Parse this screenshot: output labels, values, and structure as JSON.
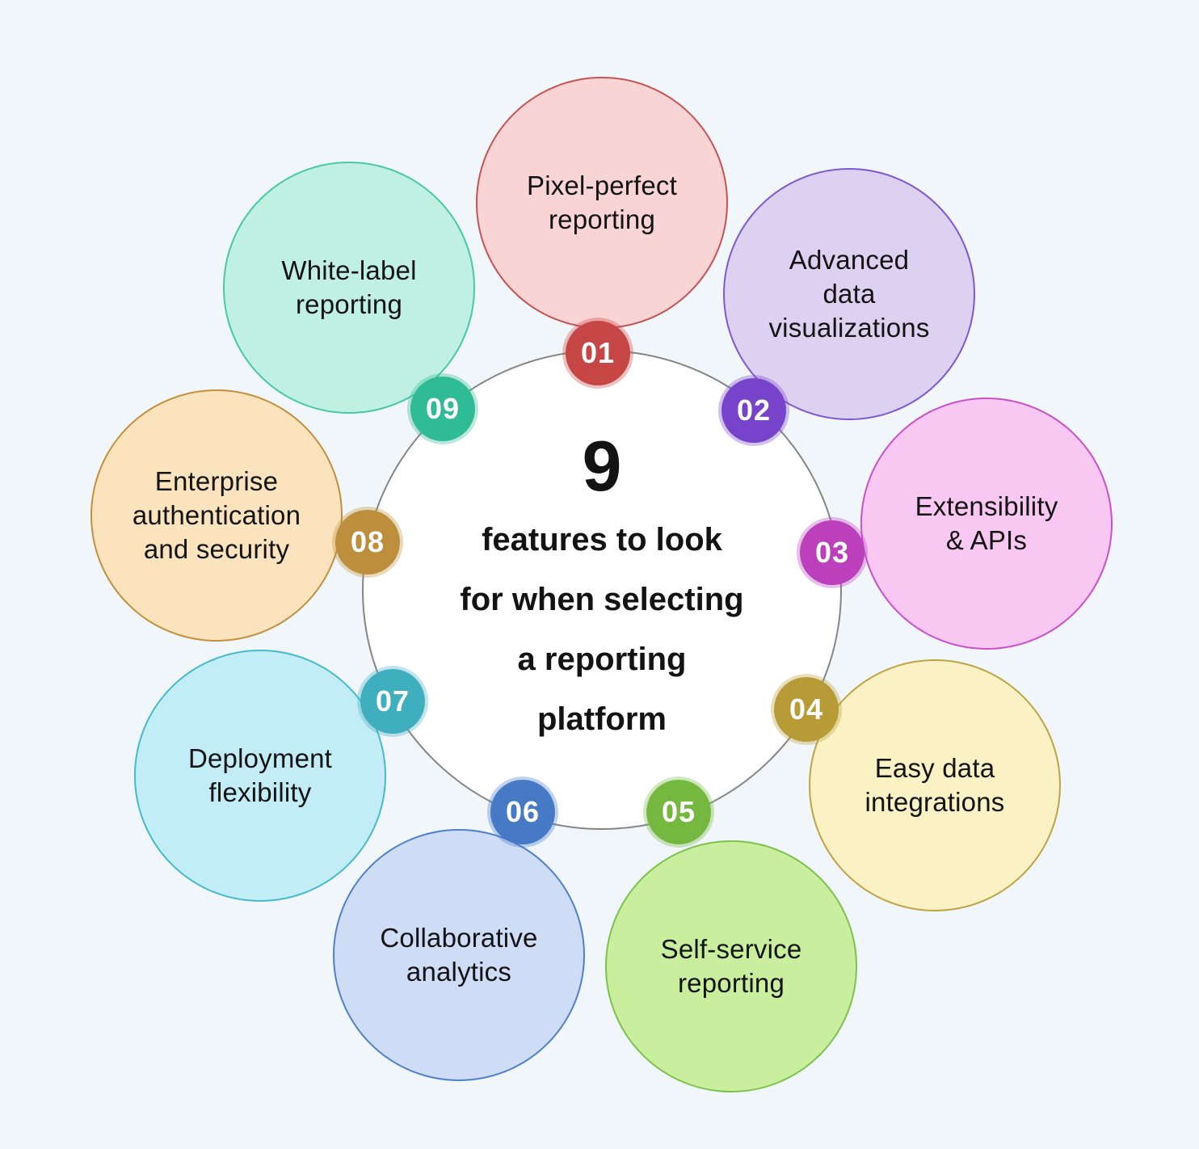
{
  "background_color": "#f1f6fa",
  "center": {
    "number": "9",
    "title_lines": [
      "features to look",
      "for when selecting",
      "a reporting",
      "platform"
    ],
    "fill": "#ffffff",
    "border_color": "#858585",
    "text_color": "#131313"
  },
  "items": [
    {
      "number": "01",
      "lines": [
        "Pixel-perfect",
        "reporting"
      ],
      "fill": "#f9d4d4",
      "border": "#c75253",
      "badge": "#c64646"
    },
    {
      "number": "02",
      "lines": [
        "Advanced",
        "data",
        "visualizations"
      ],
      "fill": "#ddd1f1",
      "border": "#7e57d4",
      "badge": "#7843cb"
    },
    {
      "number": "03",
      "lines": [
        "Extensibility",
        "& APIs"
      ],
      "fill": "#f8c8f2",
      "border": "#ca4fca",
      "badge": "#bc3fbc"
    },
    {
      "number": "04",
      "lines": [
        "Easy data",
        "integrations"
      ],
      "fill": "#faf1c4",
      "border": "#bfa345",
      "badge": "#b79b37"
    },
    {
      "number": "05",
      "lines": [
        "Self-service",
        "reporting"
      ],
      "fill": "#c9ef9e",
      "border": "#7cc24c",
      "badge": "#75b840"
    },
    {
      "number": "06",
      "lines": [
        "Collaborative",
        "analytics"
      ],
      "fill": "#cfdcf6",
      "border": "#4e80ca",
      "badge": "#4679c6"
    },
    {
      "number": "07",
      "lines": [
        "Deployment",
        "flexibility"
      ],
      "fill": "#c3edf6",
      "border": "#45bacd",
      "badge": "#3fafc0"
    },
    {
      "number": "08",
      "lines": [
        "Enterprise",
        "authentication",
        "and security"
      ],
      "fill": "#fbe4bd",
      "border": "#c28f3c",
      "badge": "#bd8f3d"
    },
    {
      "number": "09",
      "lines": [
        "White-label",
        "reporting"
      ],
      "fill": "#bff0e1",
      "border": "#46c9a4",
      "badge": "#2fbb96"
    }
  ]
}
